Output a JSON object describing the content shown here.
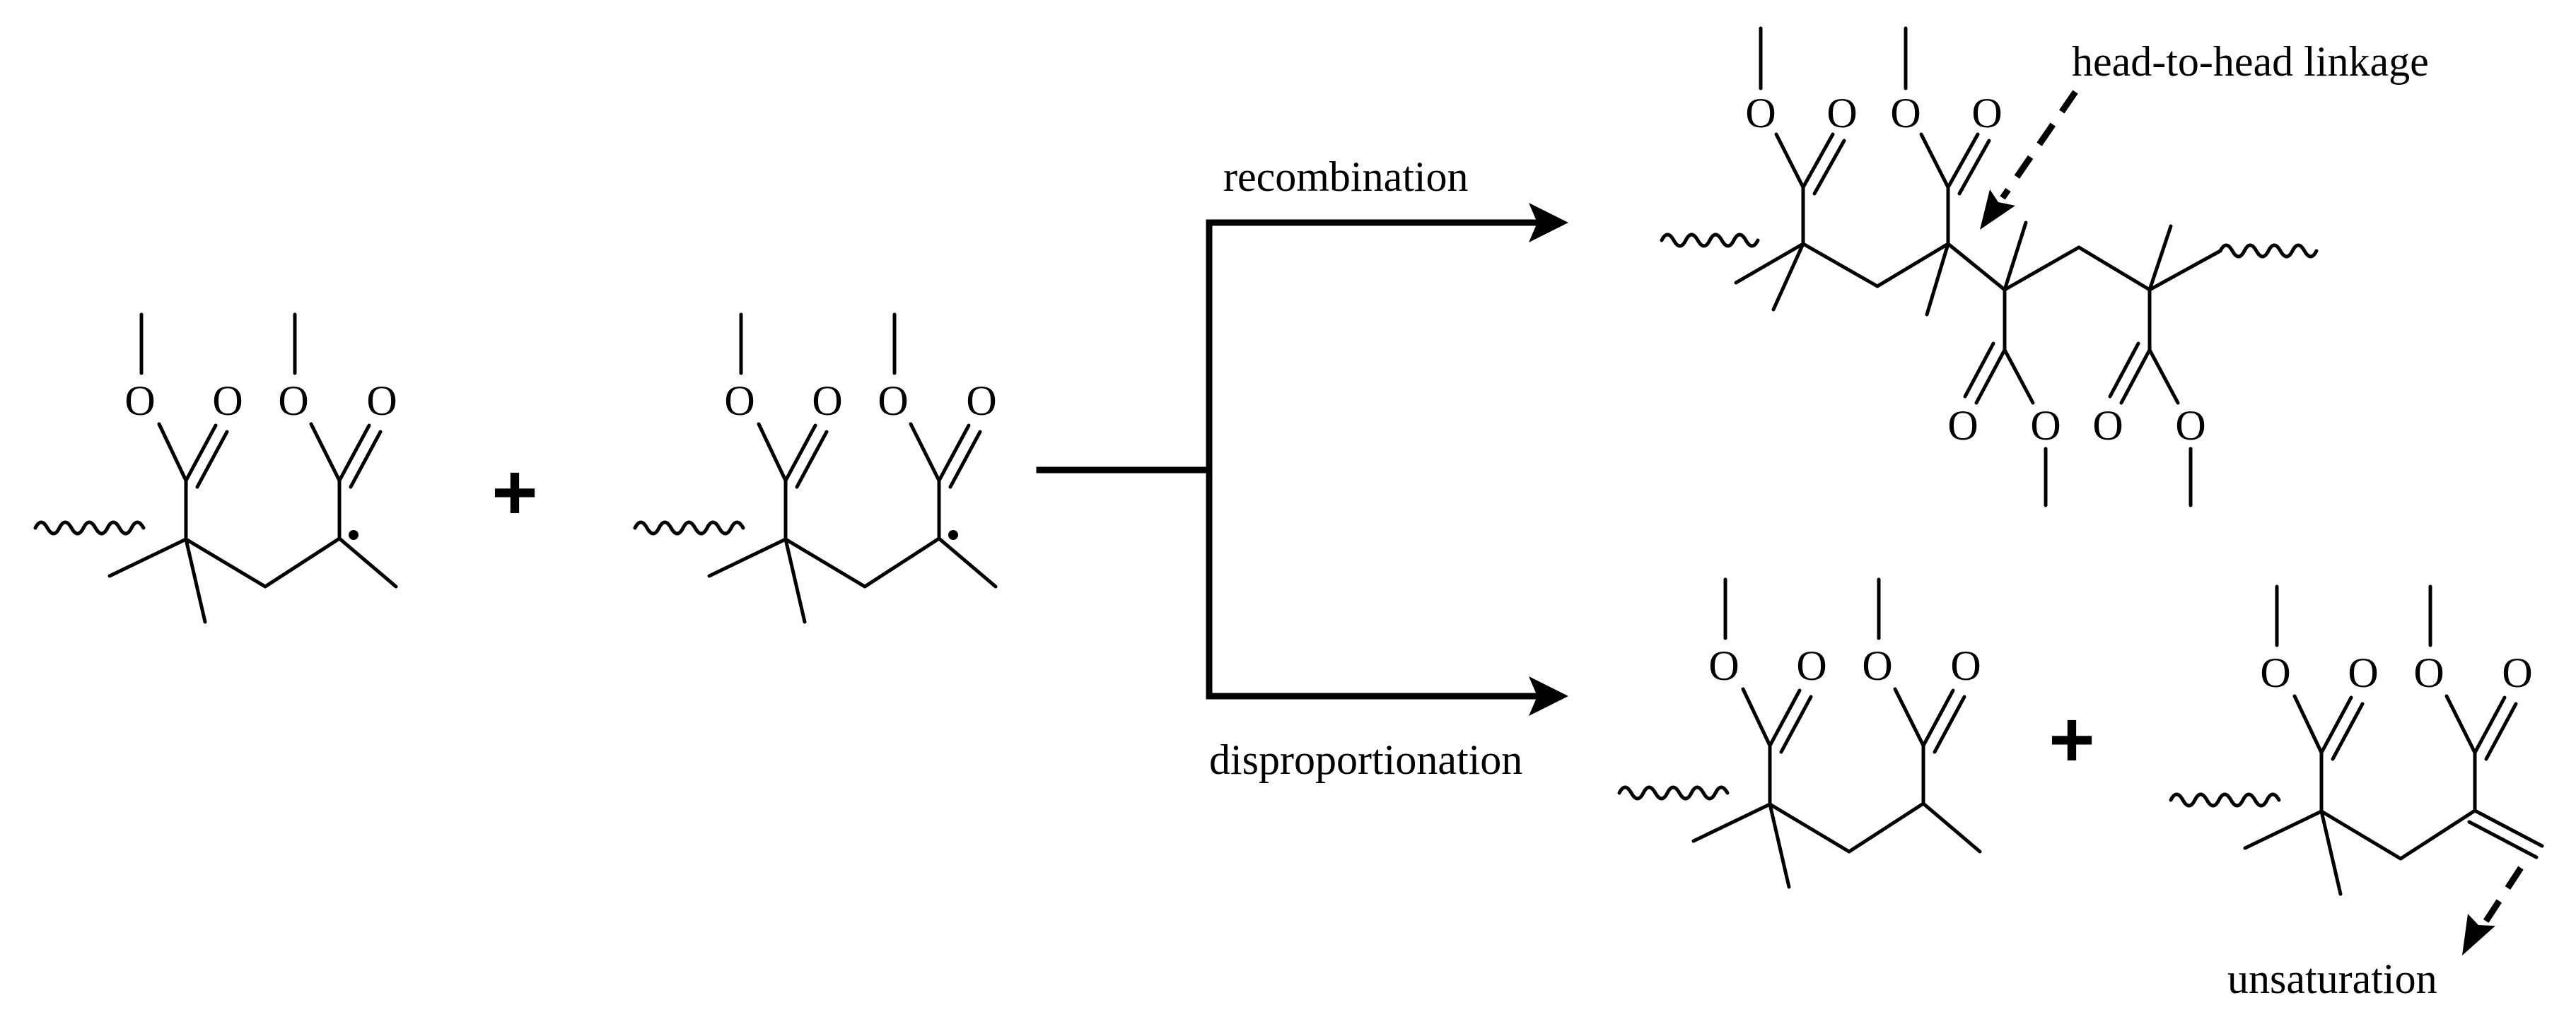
{
  "labels": {
    "recombination": "recombination",
    "disproportionation": "disproportionation",
    "head_to_head": "head-to-head linkage",
    "unsaturation": "unsaturation"
  },
  "symbols": {
    "plus": "+",
    "oxygen": "O"
  },
  "colors": {
    "ink": "#000000",
    "background": "#ffffff"
  }
}
